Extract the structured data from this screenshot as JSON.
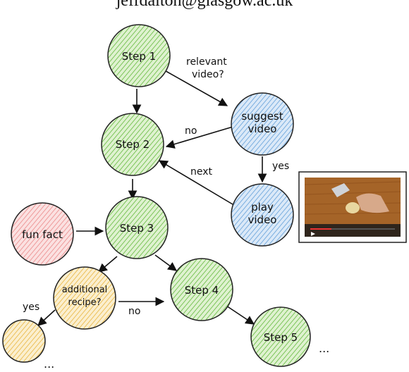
{
  "header": {
    "email": "jeffdalton@glasgow.ac.uk"
  },
  "nodes": {
    "step1": {
      "label": "Step 1",
      "fill": "#8fd16a"
    },
    "step2": {
      "label": "Step 2",
      "fill": "#8fd16a"
    },
    "step3": {
      "label": "Step 3",
      "fill": "#8fd16a"
    },
    "step4": {
      "label": "Step 4",
      "fill": "#8fd16a"
    },
    "step5": {
      "label": "Step 5",
      "fill": "#8fd16a"
    },
    "suggest_video": {
      "line1": "suggest",
      "line2": "video",
      "fill": "#8ab8e8"
    },
    "play_video": {
      "line1": "play",
      "line2": "video",
      "fill": "#8ab8e8"
    },
    "fun_fact": {
      "label": "fun fact",
      "fill": "#f2a0a0"
    },
    "additional_recipe": {
      "line1": "additional",
      "line2": "recipe?",
      "fill": "#f0c060"
    },
    "unnamed_orange": {
      "fill": "#f0c060"
    }
  },
  "edge_labels": {
    "relevant_video": {
      "line1": "relevant",
      "line2": "video?"
    },
    "no_to_step2": "no",
    "yes_to_play": "yes",
    "next": "next",
    "no_to_step4": "no",
    "yes_to_orange": "yes"
  },
  "ellipses": {
    "after_step5": "...",
    "after_orange": "..."
  },
  "video_thumbnail": {
    "description_icon": "video-player-icon"
  }
}
